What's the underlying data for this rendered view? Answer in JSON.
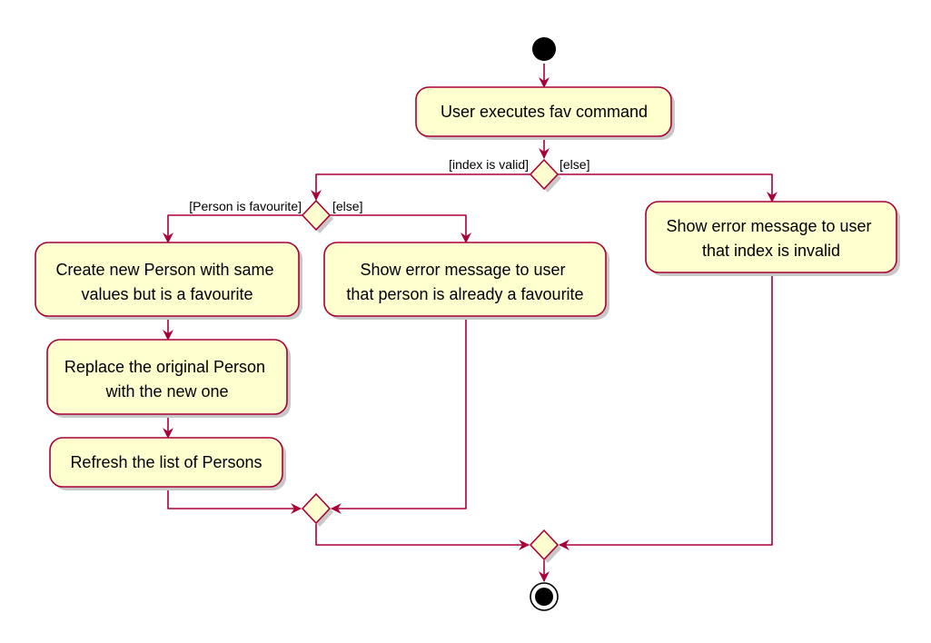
{
  "colors": {
    "line": "#A80036",
    "fill": "#FEFECE",
    "shadow": "#C8C8C8",
    "node": "#000000",
    "text": "#000000"
  },
  "activities": {
    "execute": [
      "User executes fav command"
    ],
    "show_invalid": [
      "Show error message to user",
      "that index is invalid"
    ],
    "create_person": [
      "Create new Person with same",
      "values but is a favourite"
    ],
    "show_already_fav": [
      "Show error message to user",
      "that person is already a favourite"
    ],
    "replace_person": [
      "Replace the original Person",
      "with the new one"
    ],
    "refresh_list": [
      "Refresh the list of Persons"
    ]
  },
  "guards": {
    "index_valid": "[index is valid]",
    "index_else": "[else]",
    "is_favourite": "[Person is favourite]",
    "favourite_else": "[else]"
  }
}
